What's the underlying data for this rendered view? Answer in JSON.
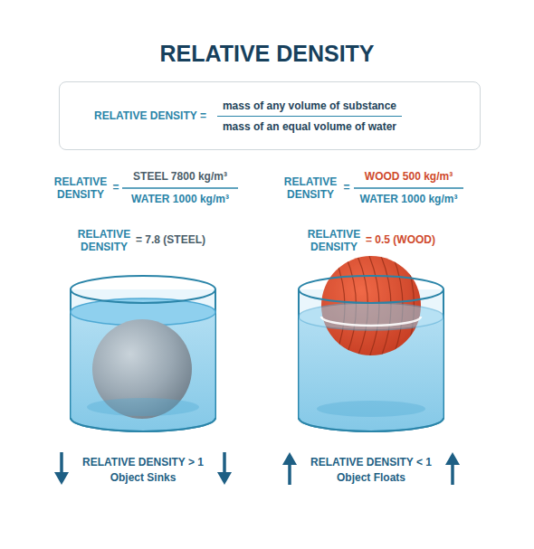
{
  "diagram": {
    "title": "RELATIVE DENSITY",
    "nodes": [
      {
        "text": [
          "RELATIVE DENSITY =",
          "mass of any volume of substance",
          "mass of an equal volume of water"
        ]
      }
    ],
    "labels": [
      "RELATIVE DENSITY",
      "=",
      "STEEL 7800 kg/m³",
      "WATER 1000 kg/m³",
      "RELATIVE DENSITY",
      "=",
      "WOOD 500 kg/m³",
      "WATER 1000 kg/m³",
      "RELATIVE DENSITY",
      "= 7.8 (STEEL)",
      "RELATIVE DENSITY",
      "= 0.5 (WOOD)",
      "RELATIVE DENSITY > 1",
      "Object Sinks",
      "RELATIVE DENSITY < 1",
      "Object Floats"
    ]
  }
}
